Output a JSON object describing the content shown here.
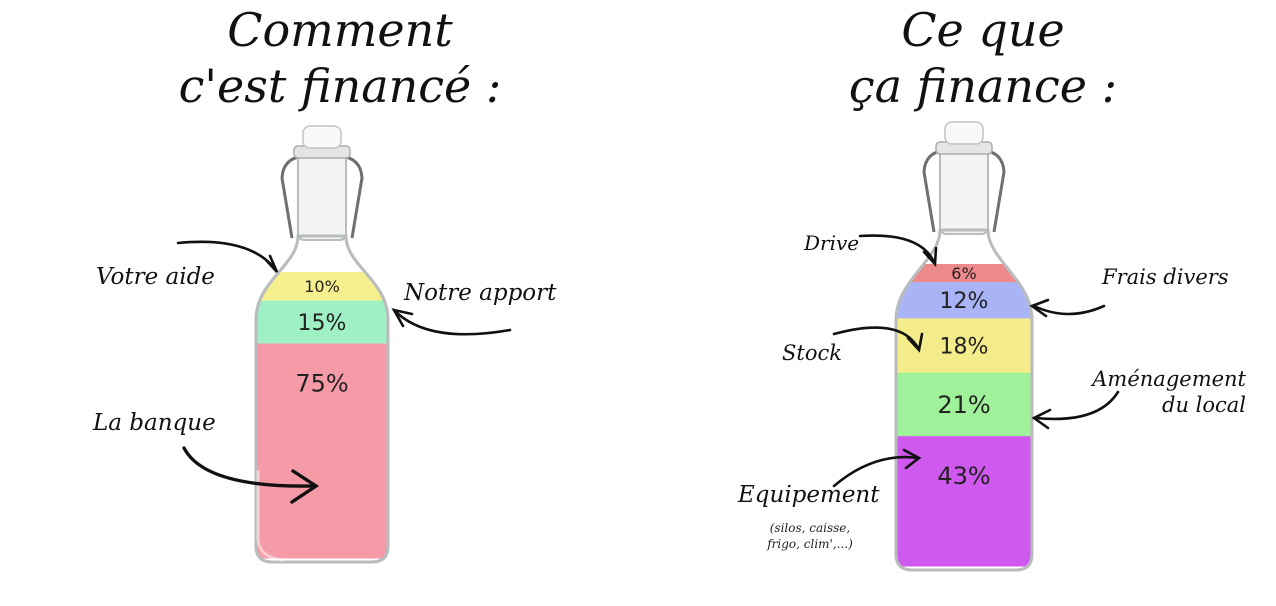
{
  "chart_data": [
    {
      "type": "stacked-bottle",
      "title": [
        "Comment",
        "c'est financé :"
      ],
      "categories": [
        "Votre aide",
        "Notre apport",
        "La banque"
      ],
      "values": [
        10,
        15,
        75
      ],
      "value_labels": [
        "10%",
        "15%",
        "75%"
      ],
      "colors": [
        "#f6ef8d",
        "#9ff0c4",
        "#f59aa7"
      ],
      "annotations": []
    },
    {
      "type": "stacked-bottle",
      "title": [
        "Ce que",
        "ça finance :"
      ],
      "categories": [
        "Drive",
        "Frais divers",
        "Stock",
        [
          "Aménagement",
          "du local"
        ],
        "Equipement"
      ],
      "values": [
        6,
        12,
        18,
        21,
        43
      ],
      "value_labels": [
        "6%",
        "12%",
        "18%",
        "21%",
        "43%"
      ],
      "colors": [
        "#ef8a8c",
        "#a9b4f7",
        "#f4ec8a",
        "#9ff299",
        "#cf58ee"
      ],
      "annotations": [
        [
          "(silos, caisse,",
          "frigo, clim',...)"
        ]
      ]
    }
  ]
}
